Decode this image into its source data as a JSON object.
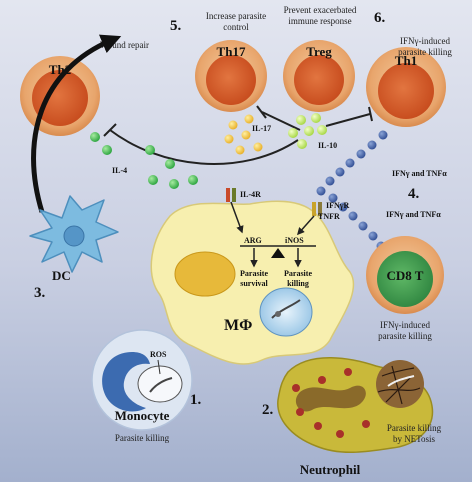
{
  "cells": {
    "th2": "Th2",
    "th17": "Th17",
    "treg": "Treg",
    "th1": "Th1",
    "cd8": "CD8 T",
    "dc": "DC",
    "macrophage": "MΦ",
    "monocyte": "Monocyte",
    "neutrophil": "Neutrophil"
  },
  "labels": {
    "wound_repair": "Wound repair",
    "increase_control_1": "Increase parasite",
    "increase_control_2": "control",
    "prevent_1": "Prevent exacerbated",
    "prevent_2": "immune response",
    "ifng_killing_top_1": "IFNγ-induced",
    "ifng_killing_top_2": "parasite killing",
    "il17": "IL-17",
    "il10": "IL-10",
    "il4": "IL-4",
    "il4r": "IL-4R",
    "ifngr": "IFNγR",
    "tnfr": "TNFR",
    "arg": "ARG",
    "inos": "iNOS",
    "parasite_survival_1": "Parasite",
    "parasite_survival_2": "survival",
    "parasite_killing_1": "Parasite",
    "parasite_killing_2": "killing",
    "ifng_tnf_1": "IFNγ and TNFα",
    "ifng_tnf_2": "IFNγ and TNFα",
    "ifng_killing_cd8_1": "IFNγ-induced",
    "ifng_killing_cd8_2": "parasite killing",
    "ros": "ROS",
    "monocyte_killing": "Parasite killing",
    "netosis_1": "Parasite killing",
    "netosis_2": "by NETosis"
  },
  "numbers": {
    "n1": "1.",
    "n2": "2.",
    "n3": "3.",
    "n4": "4.",
    "n5": "5.",
    "n6": "6."
  },
  "colors": {
    "background_top": "#dfe3ef",
    "background_bottom": "#a9b5d0",
    "tcell_outer": "#e7a36a",
    "tcell_inner": "#d35b29",
    "cd8_inner": "#3f9b4a",
    "macrophage": "#f6edaa",
    "il17_dot": "#f4c84b",
    "il10_dot": "#c6e86a",
    "il4_dot": "#4bbf5a",
    "ifng_dot": "#4a67ad",
    "dc": "#7ab8dd",
    "monocyte": "#3e6fb0",
    "neutrophil": "#c8b83c"
  }
}
